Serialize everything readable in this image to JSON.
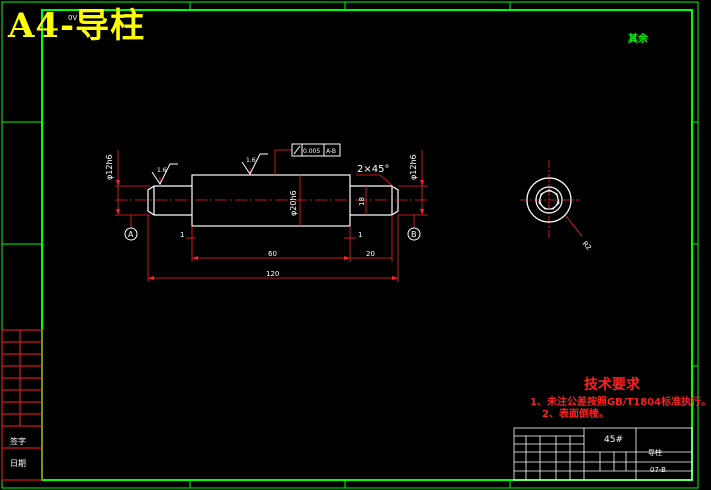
{
  "title": "A4-导柱",
  "sheet_ref": "0V",
  "corner_note": "其余",
  "dimensions": {
    "dia_left": "φ12h6",
    "dia_mid": "φ20h6",
    "dia_right": "φ12h6",
    "chamfer": "2×45°",
    "tolerance": "0.005",
    "datum_ref": "A-B",
    "roughness_left": "1.6",
    "roughness_mid": "1.6",
    "len_total": "120",
    "len_mid": "60",
    "len_right": "20",
    "groove_left": "1",
    "groove_right": "1",
    "mark_mid": "18",
    "datum_a": "A",
    "datum_b": "B",
    "end_leader": "R2"
  },
  "requirements": {
    "title": "技术要求",
    "item1": "1、未注公差按照GB/T1804标准执行。",
    "item2": "2、表面倒棱。"
  },
  "title_block": {
    "material": "45#",
    "part_name": "导柱",
    "drawing_code": "07-B"
  },
  "side_panel": {
    "label1": "签字",
    "label2": "日期"
  },
  "colors": {
    "background": "#000000",
    "frame": "#00ff00",
    "outline": "#ffffff",
    "dimension": "#ff2020",
    "title": "#ffff00"
  }
}
